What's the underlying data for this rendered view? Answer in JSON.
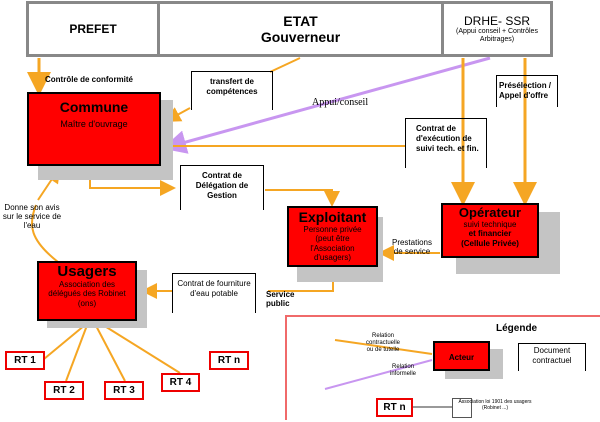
{
  "header": {
    "prefet": "PREFET",
    "etat_line1": "ETAT",
    "etat_line2": "Gouverneur",
    "drhe_title": "DRHE- SSR",
    "drhe_sub": "(Appui conseil + Contrôles Arbitrages)"
  },
  "actors": {
    "commune": {
      "title": "Commune",
      "sub": "Maître d'ouvrage"
    },
    "exploitant": {
      "title": "Exploitant",
      "sub": "Personne privée (peut être l'Association d'usagers)"
    },
    "operateur": {
      "title": "Opérateur",
      "sub1": "suivi technique",
      "sub2": "et financier",
      "sub3": "(Cellule Privée)"
    },
    "usagers": {
      "title": "Usagers",
      "sub": "Association des délégués des Robinet (ons)"
    }
  },
  "documents": {
    "transfert": "transfert de compétences",
    "preselection": "Présélection / Appel d'offre",
    "contrat_execution": "Contrat de d'exécution de suivi tech. et fin.",
    "contrat_delegation": "Contrat de Délégation de Gestion",
    "contrat_fourniture": "Contrat de fourniture d'eau potable"
  },
  "labels": {
    "controle": "Contrôle de conformité",
    "appui_conseil": "Appui/conseil",
    "donne_avis": "Donne son avis sur le service de l'eau",
    "prestations": "Prestations de service",
    "service_public": "Service public"
  },
  "robinets": [
    "RT 1",
    "RT 2",
    "RT 3",
    "RT 4",
    "RT n"
  ],
  "legend": {
    "title": "Légende",
    "relation_contractuelle": "Relation contractuelle ou de tutelle",
    "relation_informelle": "Relation informelle",
    "actor_label": "Acteur",
    "document_label": "Document contractuel",
    "rt_label": "RT n",
    "rt_desc": "Association loi 1901 des usagers (Robinet ...)"
  },
  "colors": {
    "actor_fill": "#ff0000",
    "contract_line": "#f5a623",
    "informal_line": "#c896f0",
    "legend_border": "#f06a6a"
  }
}
